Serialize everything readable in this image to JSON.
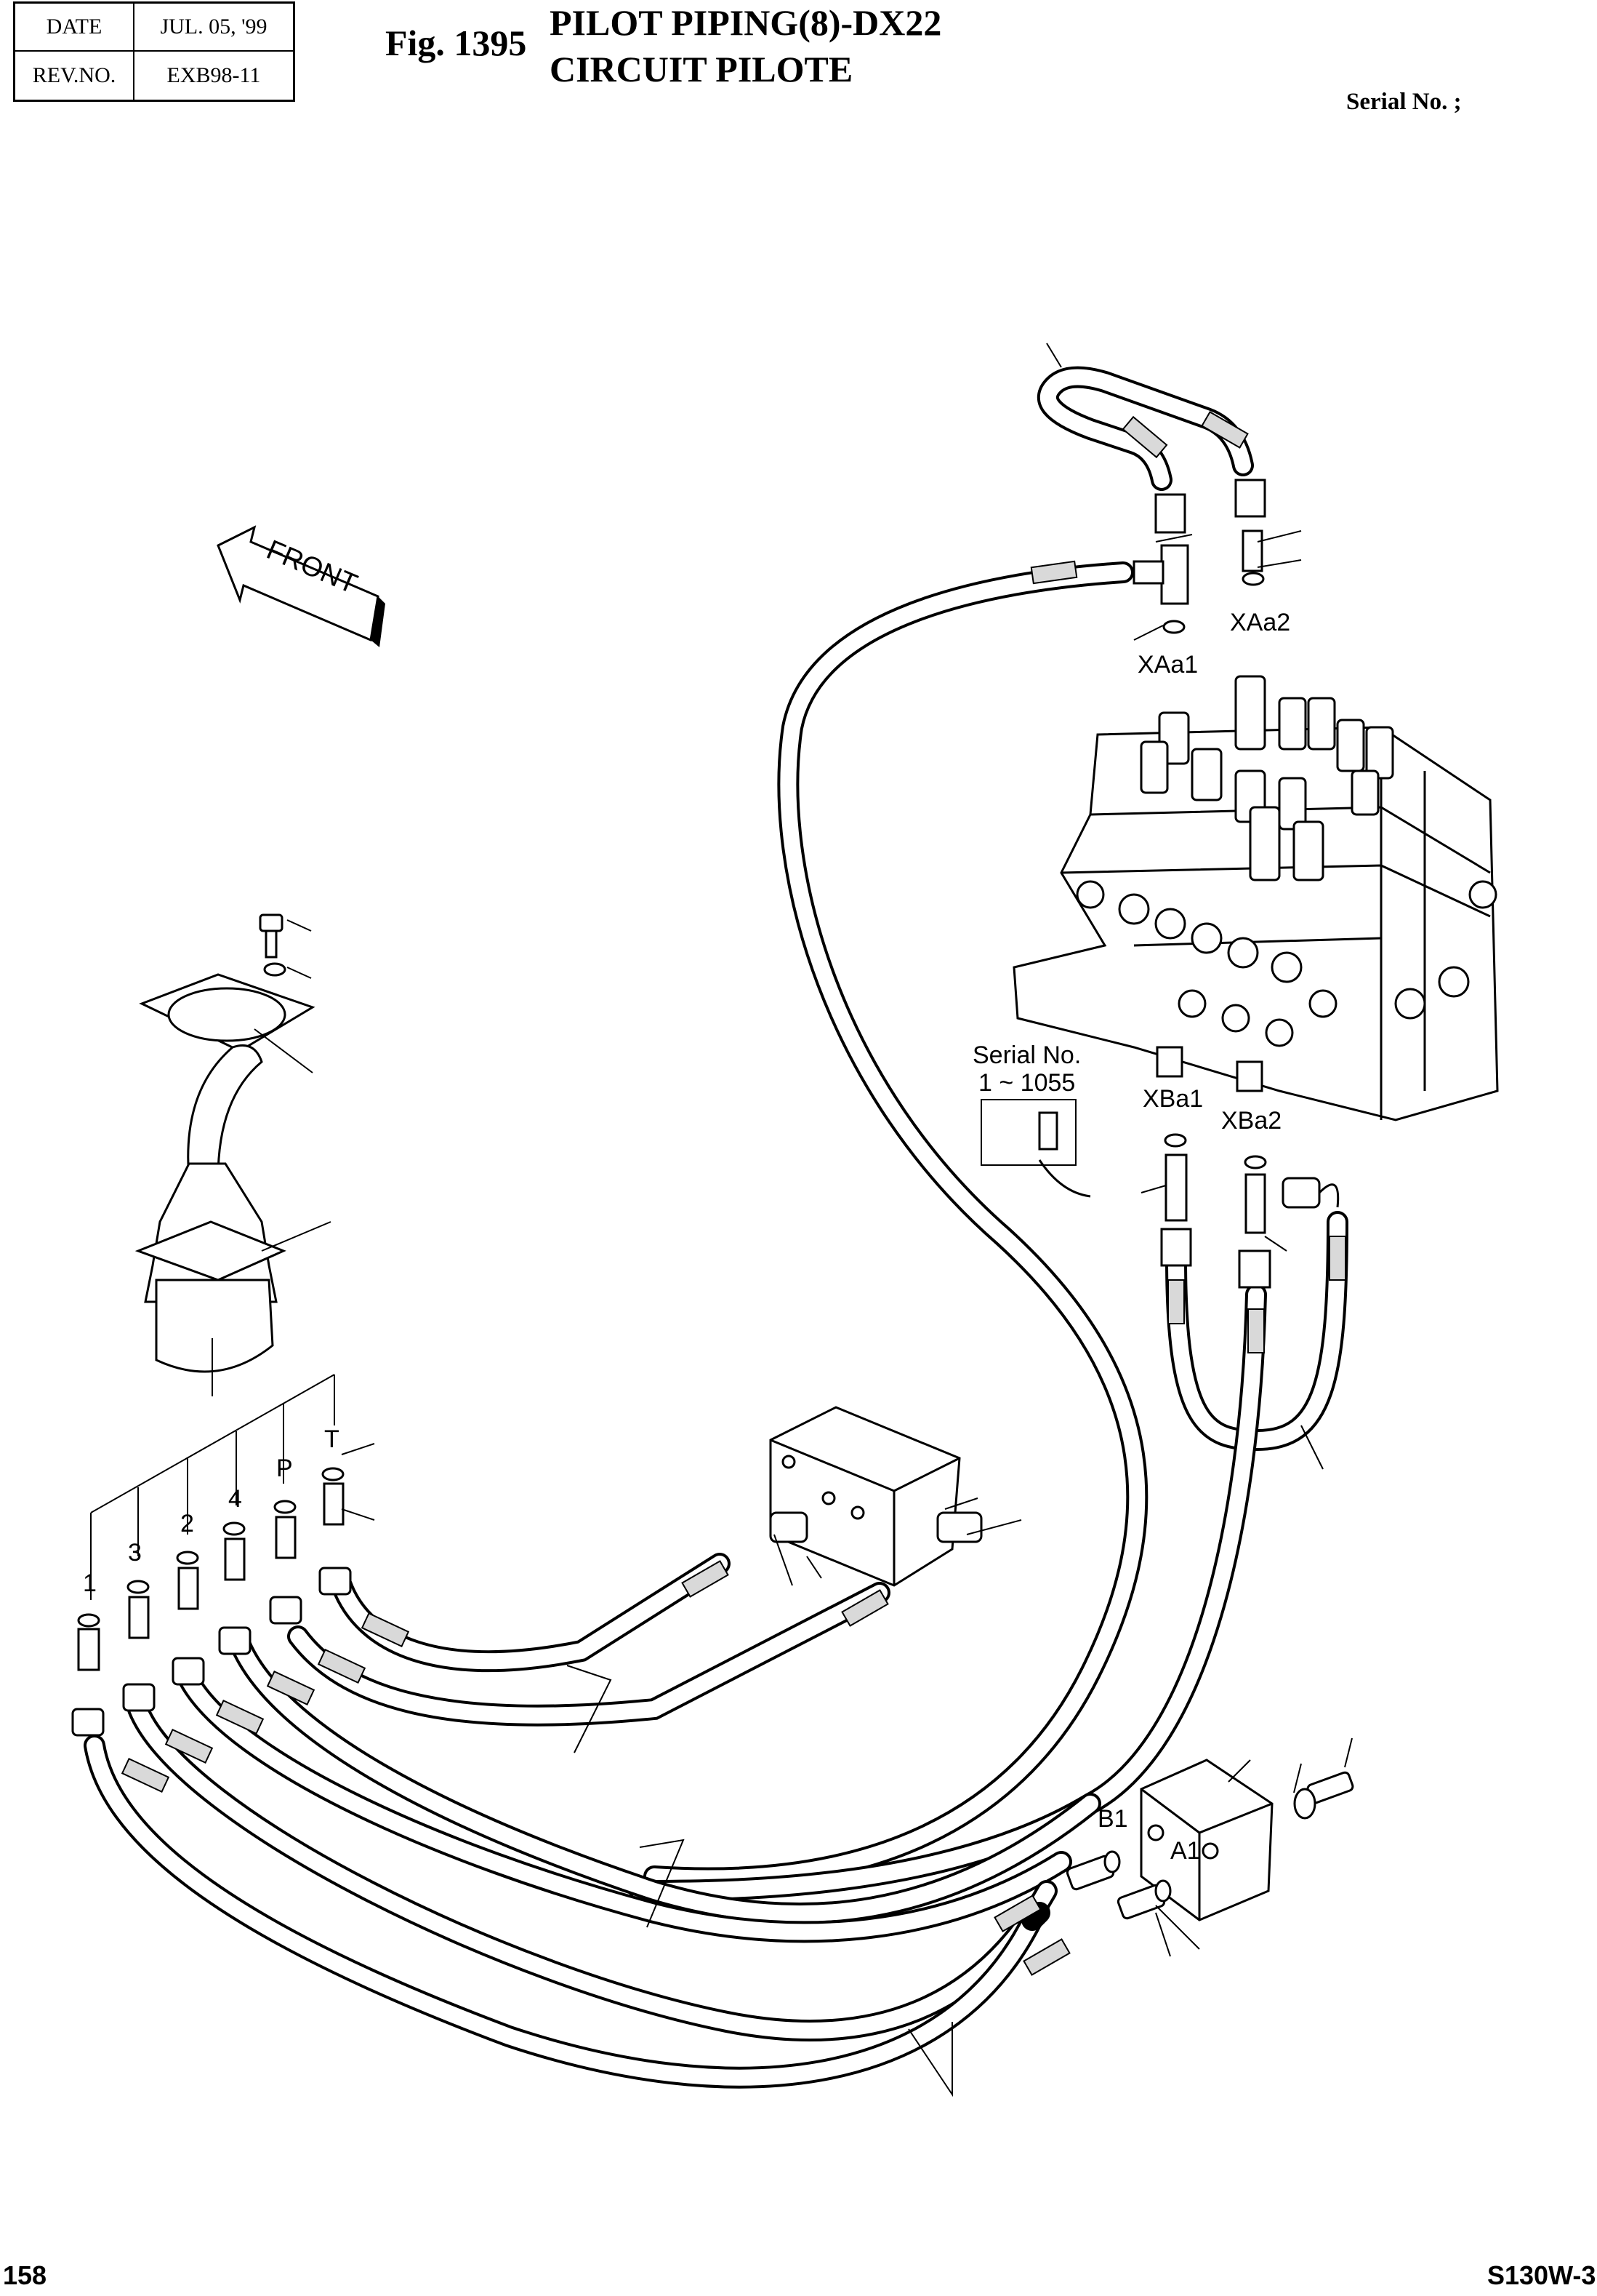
{
  "header": {
    "date_label": "DATE",
    "date_value": "JUL. 05, '99",
    "rev_label": "REV.NO.",
    "rev_value": "EXB98-11",
    "fig_number": "Fig. 1395",
    "title_line1": "PILOT PIPING(8)-DX22",
    "title_line2": "CIRCUIT PILOTE",
    "serial_label": "Serial No. ;"
  },
  "diagram": {
    "front_label": "FRONT",
    "ports": {
      "xaa1": "XAa1",
      "xaa2": "XAa2",
      "xba1": "XBa1",
      "xba2": "XBa2",
      "b1": "B1",
      "a1": "A1"
    },
    "joystick_ports": [
      "1",
      "3",
      "2",
      "4",
      "P",
      "T"
    ],
    "serial_note_line1": "Serial No.",
    "serial_note_line2": "1 ~ 1055"
  },
  "footer": {
    "page_number": "158",
    "model": "S130W-3"
  }
}
